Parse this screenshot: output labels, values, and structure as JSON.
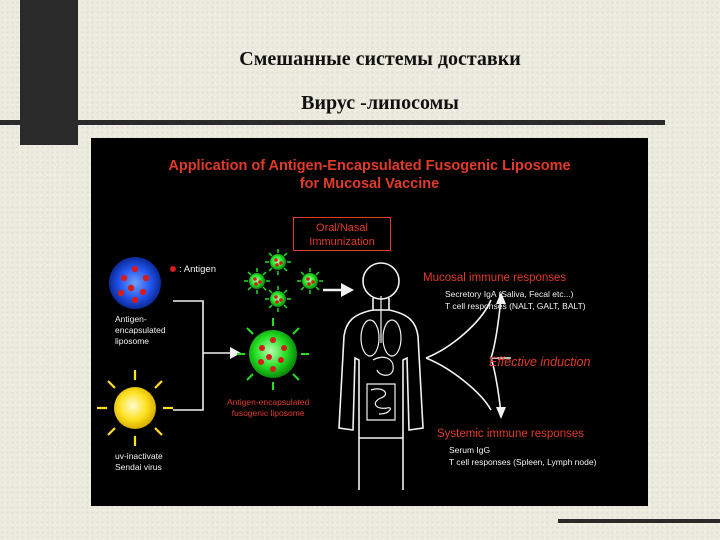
{
  "slide": {
    "title": "Смешанные системы доставки",
    "subtitle": "Вирус -липосомы"
  },
  "figure": {
    "title_line1": "Application of Antigen-Encapsulated Fusogenic Liposome",
    "title_line2": "for Mucosal Vaccine",
    "route_line1": "Oral/Nasal",
    "route_line2": "Immunization",
    "legend_antigen": ": Antigen",
    "liposome_label": [
      "Antigen-",
      "encapsulated",
      "liposome"
    ],
    "virus_label": [
      "uv-inactivate",
      "Sendai virus"
    ],
    "fusogenic_label": [
      "Antigen-encapsulated",
      "fusogenic liposome"
    ],
    "mucosal_heading": "Mucosal immune responses",
    "mucosal_items": [
      "Secretory IgA (Saliva, Fecal etc...)",
      "T cell responses (NALT, GALT, BALT)"
    ],
    "effective": "Effective induction",
    "systemic_heading": "Systemic immune responses",
    "systemic_items": [
      "Serum IgG",
      "T cell responses (Spleen, Lymph node)"
    ]
  },
  "colors": {
    "accent_red": "#e23a2a",
    "liposome_blue": "#2255ee",
    "virus_yellow": "#ffe020",
    "fusogenic_green": "#22dd22"
  }
}
